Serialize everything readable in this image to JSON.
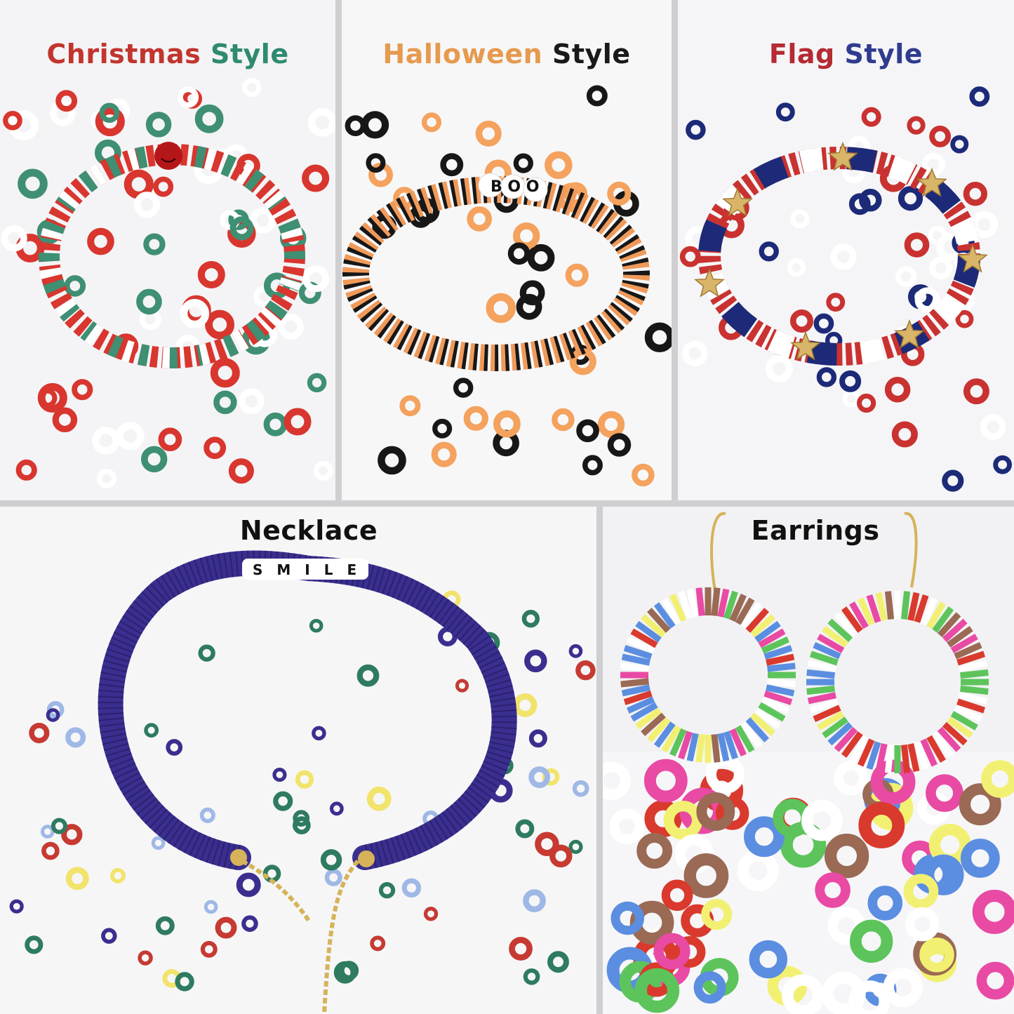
{
  "panels": {
    "christmas": {
      "title_part1": "Christmas",
      "title_part2": "Style",
      "colors": {
        "part1": "#c2352d",
        "part2": "#2e8a70",
        "beads": [
          "#d8362e",
          "#3f8f73",
          "#ffffff"
        ],
        "bg": "#f4f4f6"
      }
    },
    "halloween": {
      "title_part1": "Halloween",
      "title_part2": "Style",
      "colors": {
        "part1": "#e69a4e",
        "part2": "#1a1a1a",
        "beads": [
          "#f4a25e",
          "#171717"
        ],
        "bg": "#f7f7f8"
      },
      "letter_beads": "BOO"
    },
    "flag": {
      "title_part1": "Flag",
      "title_part2": "Style",
      "colors": {
        "part1": "#b52a33",
        "part2": "#2f3c8f",
        "beads": [
          "#c93230",
          "#1c2a78",
          "#ffffff"
        ],
        "bg": "#f5f5f7"
      }
    },
    "necklace": {
      "title": "Necklace",
      "colors": {
        "title": "#111111",
        "beads": [
          "#3a2f8f",
          "#f2e36b",
          "#c63a32",
          "#2e7b5f",
          "#9fb8e6"
        ],
        "bg": "#f6f6f7"
      },
      "letter_beads": "SMILE"
    },
    "earrings": {
      "title": "Earrings",
      "colors": {
        "title": "#111111",
        "beads": [
          "#e84aa4",
          "#5b8ee0",
          "#d93a2d",
          "#f2f072",
          "#9a6a55",
          "#5cc45b",
          "#ffffff"
        ],
        "bg": "#f6f6f8"
      }
    }
  }
}
